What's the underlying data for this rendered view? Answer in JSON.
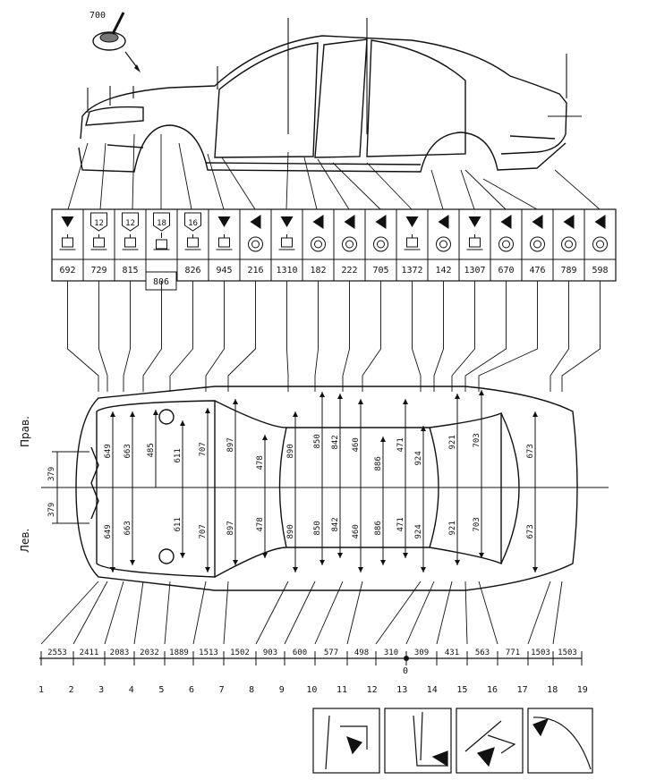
{
  "tool_label": "700",
  "top_values": [
    "692",
    "729",
    "815",
    "",
    "826",
    "945",
    "216",
    "1310",
    "182",
    "222",
    "705",
    "1372",
    "142",
    "1307",
    "670",
    "476",
    "789",
    "598"
  ],
  "box_806": "806",
  "icon_numbers": [
    "",
    "12",
    "12",
    "18",
    "16",
    "",
    "",
    "",
    "",
    "",
    "",
    "",
    "",
    "",
    "",
    "",
    "",
    ""
  ],
  "pos_labels": [
    "1",
    "2",
    "3",
    "4",
    "5",
    "6",
    "7",
    "8",
    "9",
    "10",
    "11",
    "12",
    "13",
    "14",
    "15",
    "16",
    "17",
    "18",
    "19"
  ],
  "bottom_dims": [
    "2553",
    "2411",
    "2083",
    "2032",
    "1889",
    "1513",
    "1502",
    "903",
    "600",
    "577",
    "498",
    "310",
    "309",
    "431",
    "563",
    "771",
    "1503",
    "1503"
  ],
  "zero_label": "0",
  "side_right": "Прав.",
  "side_left": "Лев.",
  "dim_379a": "379",
  "dim_379b": "379",
  "plan_upper": [
    "649",
    "663",
    "485",
    "611",
    "707",
    "897",
    "478",
    "890",
    "850",
    "842",
    "460",
    "886",
    "471",
    "924",
    "921",
    "703",
    "673"
  ],
  "plan_lower": [
    "649",
    "663",
    "611",
    "707",
    "897",
    "478",
    "890",
    "850",
    "842",
    "460",
    "886",
    "471",
    "924",
    "921",
    "703",
    "673"
  ]
}
